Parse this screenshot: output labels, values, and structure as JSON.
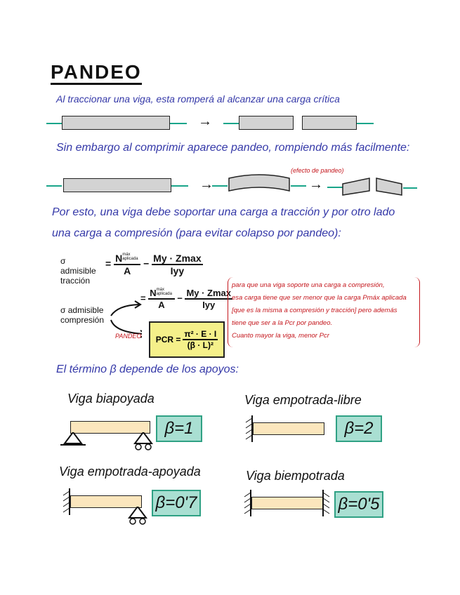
{
  "title": "PANDEO",
  "line1": "Al traccionar una viga, esta romperá al alcanzar una carga crítica",
  "line2": "Sin embargo al comprimir aparece pandeo, rompiendo más facilmente:",
  "pandeo_note": "(efecto de pandeo)",
  "line3": "Por esto, una viga debe soportar una carga a tracción y por otro lado",
  "line4": "una carga a compresión (para evitar colapso por pandeo):",
  "formulas": {
    "sigma_traccion": "σ admisible tracción",
    "sigma_compresion": "σ admisible compresión",
    "n_term": "N",
    "n_sub": "máx aplicada",
    "a_term": "A",
    "m_term": "My · Zmax",
    "i_term": "Iyy",
    "pandeo_label": "PANDEO",
    "pcr_lhs": "PCR =",
    "pcr_num": "π² · E · I",
    "pcr_den": "(β · L)²"
  },
  "note": [
    "para que una viga soporte una carga a compresión,",
    "esa carga tiene que ser menor que la carga Pmáx aplicada",
    "[que es la misma a compresión y tracción] pero además",
    "tiene que ser a la Pcr por pandeo.",
    "Cuanto mayor la viga, menor Pcr"
  ],
  "line5": "El término β depende de los apoyos:",
  "supports": [
    {
      "name": "Viga biapoyada",
      "beta": "β=1"
    },
    {
      "name": "Viga empotrada-libre",
      "beta": "β=2"
    },
    {
      "name": "Viga empotrada-apoyada",
      "beta": "β=0'7"
    },
    {
      "name": "Viga biempotrada",
      "beta": "β=0'5"
    }
  ],
  "colors": {
    "text_blue": "#3438a8",
    "accent_red": "#c4161c",
    "arrow_teal": "#1aa58a",
    "beta_box": "#a9dfd2",
    "pcr_box": "#f5f08a",
    "beam_wood": "#fbe6bd"
  }
}
